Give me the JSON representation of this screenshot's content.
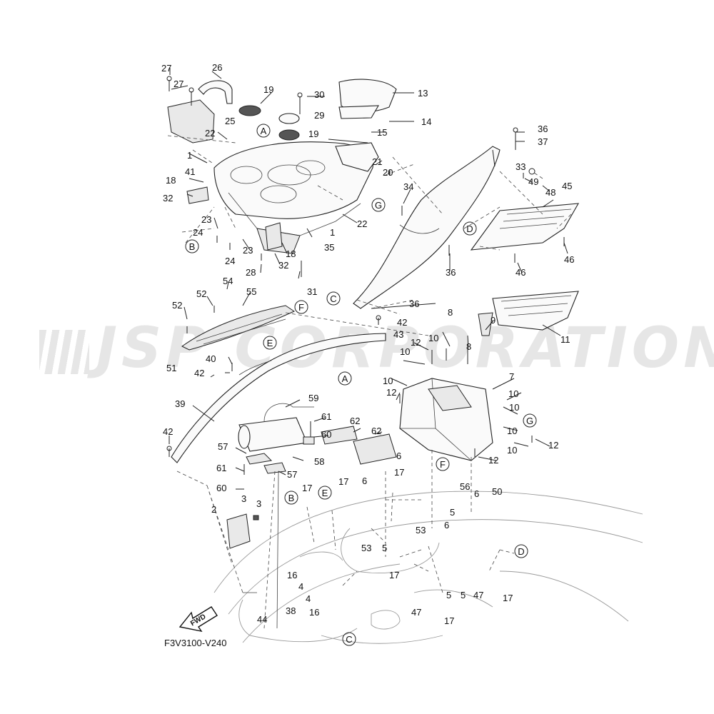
{
  "watermark": "JSP CORPORATION",
  "diagram_code": "F3V3100-V240",
  "fwd_label": "FWD",
  "ref_letters": [
    "A",
    "B",
    "C",
    "D",
    "E",
    "F",
    "G"
  ],
  "part_numbers": [
    "1",
    "2",
    "3",
    "4",
    "5",
    "6",
    "7",
    "8",
    "9",
    "10",
    "11",
    "12",
    "13",
    "14",
    "15",
    "16",
    "17",
    "18",
    "19",
    "20",
    "21",
    "22",
    "23",
    "24",
    "25",
    "26",
    "27",
    "28",
    "29",
    "30",
    "31",
    "32",
    "33",
    "34",
    "35",
    "36",
    "37",
    "38",
    "39",
    "40",
    "41",
    "42",
    "43",
    "44",
    "45",
    "46",
    "47",
    "48",
    "49",
    "50",
    "51",
    "52",
    "53",
    "54",
    "55",
    "56",
    "57",
    "58",
    "59",
    "60",
    "61",
    "62"
  ]
}
